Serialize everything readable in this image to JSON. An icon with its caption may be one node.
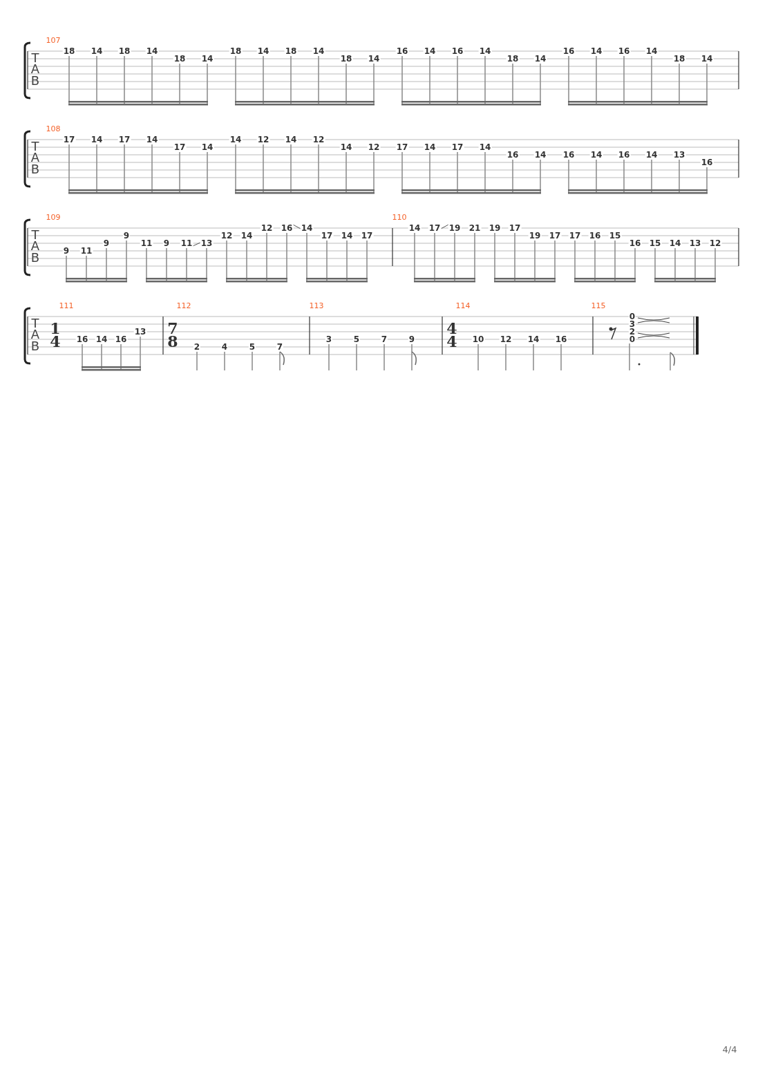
{
  "diagram": {
    "labels": [
      "107",
      "T",
      "A",
      "B",
      "18",
      "14",
      "18",
      "14",
      "18",
      "14",
      "18",
      "14",
      "18",
      "14",
      "18",
      "14",
      "16",
      "14",
      "16",
      "14",
      "18",
      "14",
      "16",
      "14",
      "16",
      "14",
      "18",
      "14",
      "108",
      "T",
      "A",
      "B",
      "17",
      "14",
      "17",
      "14",
      "17",
      "14",
      "14",
      "12",
      "14",
      "12",
      "14",
      "12",
      "17",
      "14",
      "17",
      "14",
      "16",
      "14",
      "16",
      "14",
      "16",
      "14",
      "13",
      "16",
      "109",
      "T",
      "A",
      "B",
      "9",
      "11",
      "9",
      "9",
      "11",
      "9",
      "11",
      "13",
      "12",
      "14",
      "12",
      "16",
      "14",
      "17",
      "14",
      "17",
      "110",
      "14",
      "17",
      "19",
      "21",
      "19",
      "17",
      "19",
      "17",
      "17",
      "16",
      "15",
      "16",
      "15",
      "14",
      "13",
      "12",
      "111",
      "T",
      "A",
      "B",
      "1",
      "4",
      "16",
      "14",
      "16",
      "13",
      "112",
      "7",
      "8",
      "2",
      "4",
      "5",
      "7",
      "113",
      "3",
      "5",
      "7",
      "9",
      "114",
      "4",
      "4",
      "10",
      "12",
      "14",
      "16",
      "115",
      "0",
      "3",
      "2",
      "0",
      "4/4"
    ]
  }
}
